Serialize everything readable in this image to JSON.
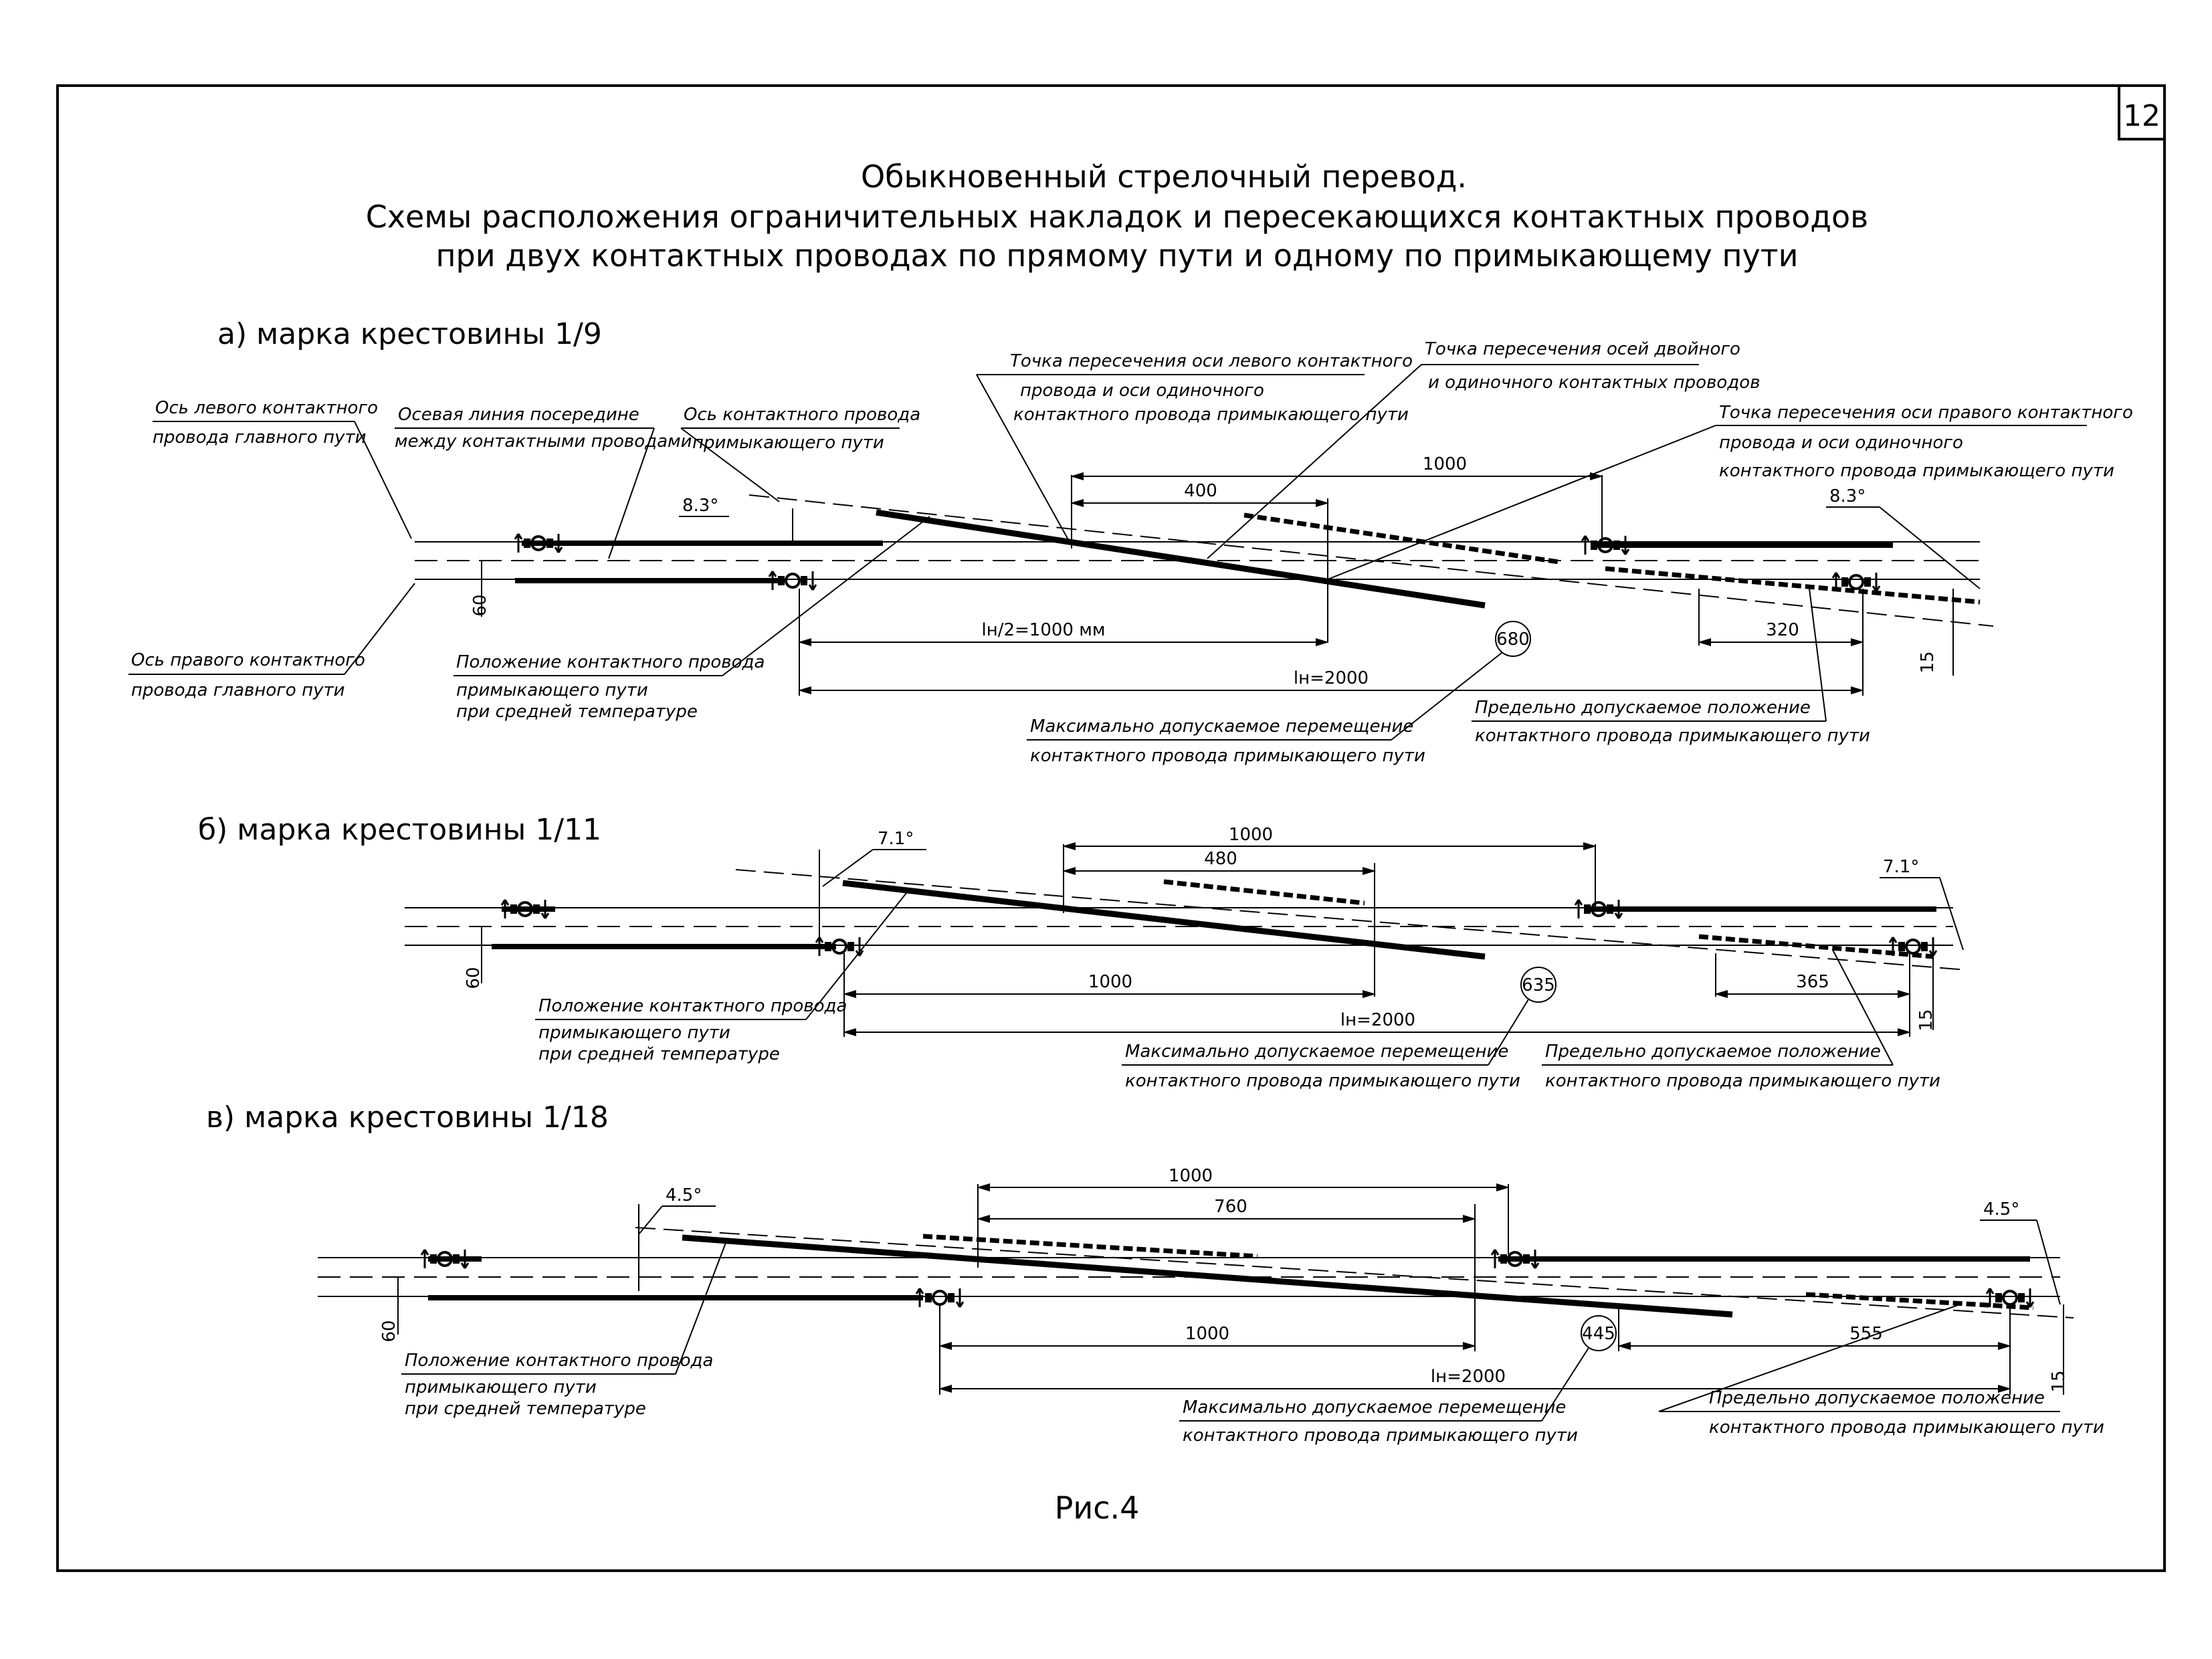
{
  "page_number": "12",
  "title": {
    "line1": "Обыкновенный стрелочный перевод.",
    "line2": "Схемы расположения ограничительных накладок и пересекающихся контактных проводов",
    "line3": "при двух контактных проводах по прямому пути и одному по примыкающему пути"
  },
  "figure_caption": "Рис.4",
  "panels": [
    {
      "heading": "а) марка крестовины 1/9",
      "labels": {
        "left_wire_axis_l1": "Ось левого контактного",
        "left_wire_axis_l2": "провода главного пути",
        "centerline_l1": "Осевая линия посередине",
        "centerline_l2": "между контактными проводами",
        "branch_axis_l1": "Ось контактного провода",
        "branch_axis_l2": "примыкающего пути",
        "cross_left_l1": "Точка пересечения оси левого контактного",
        "cross_left_l2": "провода  и оси одиночного",
        "cross_left_l3": "контактного провода примыкающего пути",
        "cross_double_l1": "Точка пересечения осей двойного",
        "cross_double_l2": "и одиночного контактных проводов",
        "cross_right_l1": "Точка пересечения оси правого контактного",
        "cross_right_l2": "провода и оси одиночного",
        "cross_right_l3": "контактного провода примыкающего пути",
        "right_wire_axis_l1": "Ось правого контактного",
        "right_wire_axis_l2": "провода главного пути",
        "position_l1": "Положение контактного провода",
        "position_l2": "примыкающего пути",
        "position_l3": "при средней температуре",
        "max_move_l1": "Максимально допускаемое перемещение",
        "max_move_l2": "контактного провода примыкающего пути",
        "limit_pos_l1": "Предельно допускаемое положение",
        "limit_pos_l2": "контактного провода примыкающего пути"
      },
      "dims": {
        "d1000": "1000",
        "d400": "400",
        "half": "lн/2=1000 мм",
        "full": "lн=2000",
        "right": "320",
        "circle": "680",
        "gap": "60",
        "offset": "15",
        "angle": "8.3°"
      }
    },
    {
      "heading": "б) марка крестовины 1/11",
      "labels": {
        "position_l1": "Положение контактного провода",
        "position_l2": "примыкающего пути",
        "position_l3": "при средней температуре",
        "max_move_l1": "Максимально допускаемое перемещение",
        "max_move_l2": "контактного провода примыкающего пути",
        "limit_pos_l1": "Предельно допускаемое положение",
        "limit_pos_l2": "контактного провода примыкающего пути"
      },
      "dims": {
        "d1000_top": "1000",
        "d480": "480",
        "d1000_bottom": "1000",
        "full": "lн=2000",
        "right": "365",
        "circle": "635",
        "gap": "60",
        "offset": "15",
        "angle": "7.1°"
      }
    },
    {
      "heading": "в) марка крестовины 1/18",
      "labels": {
        "position_l1": "Положение контактного провода",
        "position_l2": "примыкающего пути",
        "position_l3": "при средней температуре",
        "max_move_l1": "Максимально допускаемое перемещение",
        "max_move_l2": "контактного провода примыкающего пути",
        "limit_pos_l1": "Предельно допускаемое положение",
        "limit_pos_l2": "контактного провода примыкающего пути"
      },
      "dims": {
        "d1000_top": "1000",
        "d760": "760",
        "d1000_bottom": "1000",
        "full": "lн=2000",
        "right": "555",
        "circle": "445",
        "gap": "60",
        "offset": "15",
        "angle": "4.5°"
      }
    }
  ]
}
